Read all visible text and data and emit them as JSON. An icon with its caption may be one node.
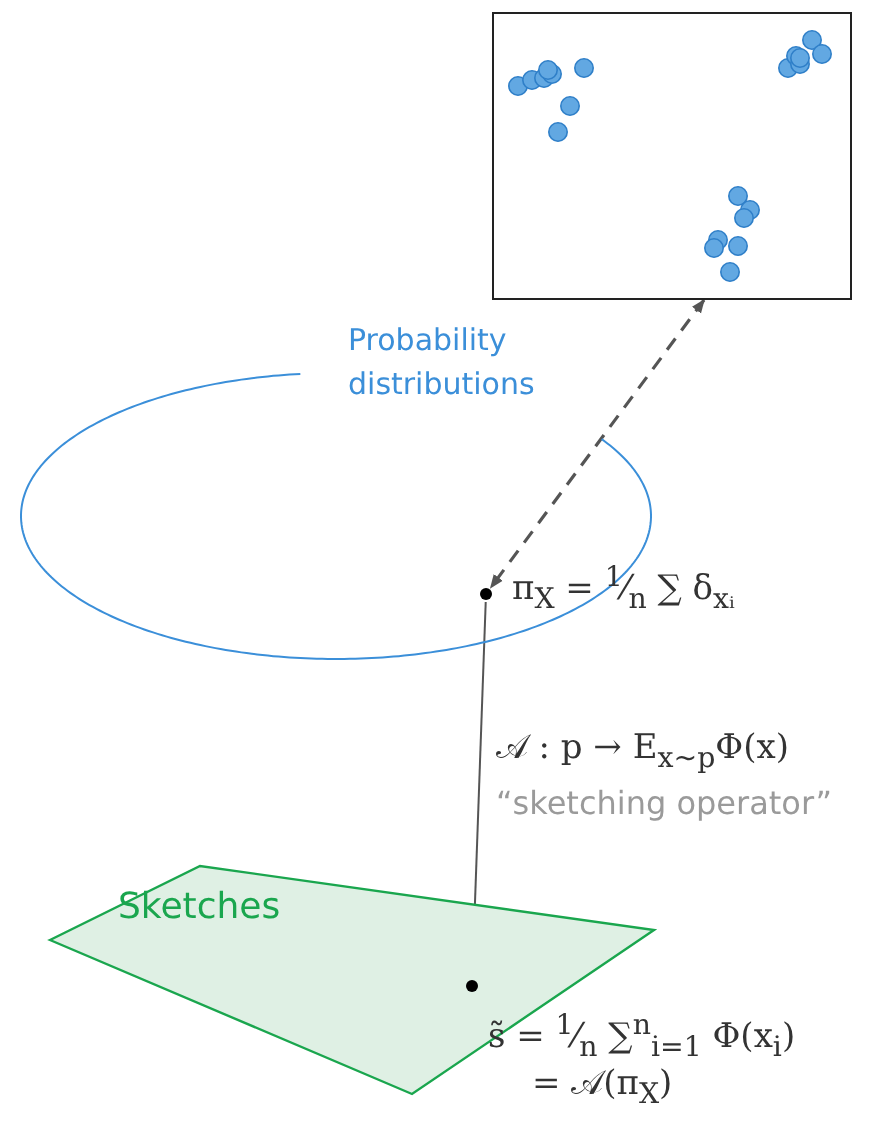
{
  "diagram": {
    "nodes": [
      {
        "text": [
          "Probability distributions"
        ]
      },
      {
        "text": [],
        "shape": "picture"
      },
      {
        "text": [],
        "shape": "circle",
        "in": 0,
        "beside": [
          "π$_{X}$ = $^{1}$⁄$_{n}$ ∑ δ$_{xᵢ}$"
        ]
      },
      {
        "text": [
          "Sketches"
        ]
      },
      {
        "text": [],
        "shape": "circle",
        "in": 3,
        "beside": [
          "s̃ = $^{1}$⁄$_{n}$ ∑$^{n}$$_{i=1}$ Φ(x$_{i}$)",
          "= 𝒜(π$_{X}$)"
        ]
      }
    ],
    "edges": [
      {
        "from": 1,
        "to": 2,
        "arrow": "both",
        "style": "dashed"
      },
      {
        "from": 2,
        "to": 4,
        "arrow": "to",
        "label": "𝒜 : p → E$_{x∼p}$Φ(x)"
      }
    ],
    "labels": [
      "“sketching operator”"
    ]
  }
}
